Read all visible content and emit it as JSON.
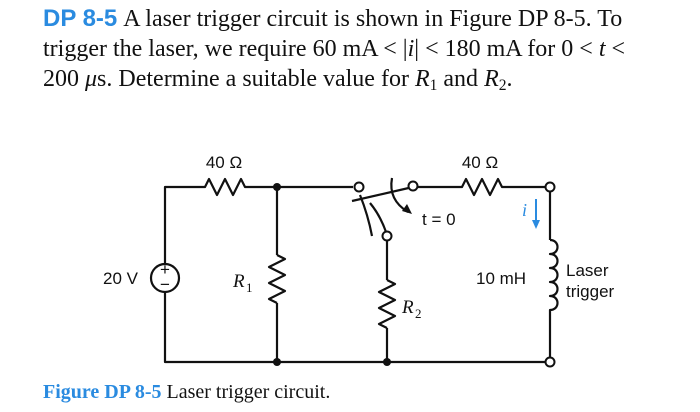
{
  "problem": {
    "number": "DP 8-5",
    "line1": "A laser trigger circuit is shown in Figure DP 8-5. To",
    "line2_a": "trigger the laser, we require 60 mA < |",
    "line2_var": "i",
    "line2_b": "| < 180 mA for 0 < ",
    "line2_t": "t",
    "line2_c": " <",
    "line3_a": "200 ",
    "line3_mu": "μ",
    "line3_b": "s. Determine a suitable value for ",
    "line3_r1": "R",
    "line3_r1_sub": "1",
    "line3_and": " and ",
    "line3_r2": "R",
    "line3_r2_sub": "2",
    "line3_end": "."
  },
  "circuit": {
    "source": {
      "label": "20 V",
      "plus": "+",
      "minus": "−"
    },
    "resistor_left": {
      "label": "40 Ω"
    },
    "resistor_right": {
      "label": "40 Ω"
    },
    "r1": {
      "symbol": "R",
      "sub": "1"
    },
    "r2": {
      "symbol": "R",
      "sub": "2"
    },
    "switch": {
      "label": "t = 0"
    },
    "current": {
      "label": "i",
      "color": "#2a8be0"
    },
    "inductor": {
      "label": "10 mH"
    },
    "load": {
      "line1": "Laser",
      "line2": "trigger"
    }
  },
  "caption": {
    "label": "Figure DP 8-5",
    "text": "Laser trigger circuit."
  }
}
